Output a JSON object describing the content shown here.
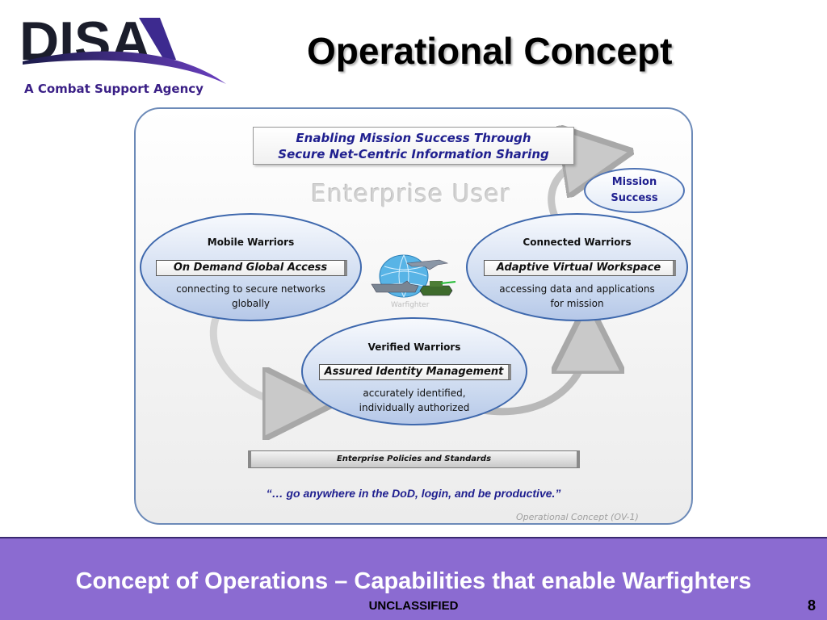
{
  "header": {
    "logo_text": "DISA",
    "tagline": "A Combat Support Agency",
    "title": "Operational Concept"
  },
  "diagram": {
    "banner": {
      "line1": "Enabling Mission Success Through",
      "line2": "Secure Net-Centric Information Sharing"
    },
    "center_label": "Enterprise User",
    "mission": {
      "line1": "Mission",
      "line2": "Success"
    },
    "mobile": {
      "title": "Mobile Warriors",
      "capability": "On Demand Global Access",
      "desc_line1": "connecting to secure networks",
      "desc_line2": "globally"
    },
    "connected": {
      "title": "Connected Warriors",
      "capability": "Adaptive Virtual Workspace",
      "desc_line1": "accessing data and applications",
      "desc_line2": "for mission"
    },
    "verified": {
      "title": "Verified Warriors",
      "capability": "Assured Identity Management",
      "desc_line1": "accurately identified,",
      "desc_line2": "individually authorized"
    },
    "warfighter_label": "Warfighter",
    "policy_bar": "Enterprise Policies and Standards",
    "quote": "“… go anywhere in the DoD, login, and be productive.”",
    "caption": "Operational Concept (OV-1)"
  },
  "footer": {
    "title": "Concept of Operations – Capabilities that enable Warfighters",
    "classification": "UNCLASSIFIED",
    "page_number": "8"
  },
  "colors": {
    "navy_text": "#1f1f8f",
    "logo_purple": "#3a1f86",
    "footer_bg": "#8b6bd1",
    "ellipse_border": "#3e68ad"
  }
}
